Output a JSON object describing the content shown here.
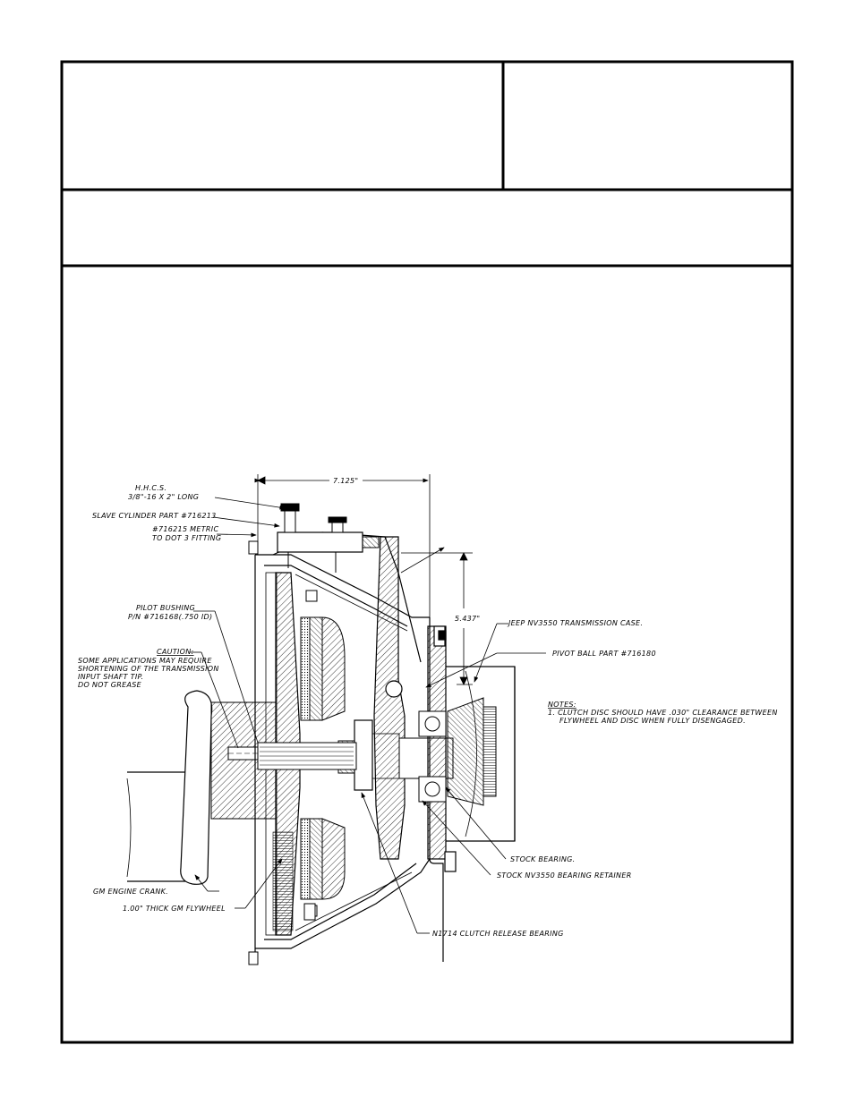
{
  "header": {
    "title_left": "",
    "title_right": "",
    "subtitle": ""
  },
  "drawing": {
    "dimensions": {
      "width": "7.125\"",
      "height": "5.437\""
    },
    "labels": {
      "hhcs_line1": "H.H.C.S.",
      "hhcs_line2": "3/8\"-16 X 2\" LONG",
      "slave_cylinder": "SLAVE CYLINDER PART #716213",
      "fitting_line1": "#716215 METRIC",
      "fitting_line2": "TO DOT 3 FITTING",
      "pilot_line1": "PILOT BUSHING",
      "pilot_line2": "P/N #716168(.750 ID)",
      "caution_title": "CAUTION:",
      "caution_line1": "SOME APPLICATIONS MAY REQUIRE",
      "caution_line2": "SHORTENING OF THE TRANSMISSION",
      "caution_line3": "INPUT SHAFT TIP.",
      "caution_line4": "DO NOT GREASE",
      "jeep_case": "JEEP NV3550 TRANSMISSION CASE.",
      "pivot_ball": "PIVOT BALL PART #716180",
      "notes_title": "NOTES:",
      "notes_line1": "1. CLUTCH DISC SHOULD HAVE .030\" CLEARANCE BETWEEN",
      "notes_line2": "FLYWHEEL AND DISC WHEN FULLY DISENGAGED.",
      "stock_bearing": "STOCK BEARING.",
      "stock_retainer": "STOCK NV3550 BEARING RETAINER",
      "gm_crank": "GM ENGINE CRANK.",
      "flywheel": "1.00\" THICK GM FLYWHEEL",
      "release_bearing": "N1714 CLUTCH RELEASE BEARING"
    }
  }
}
